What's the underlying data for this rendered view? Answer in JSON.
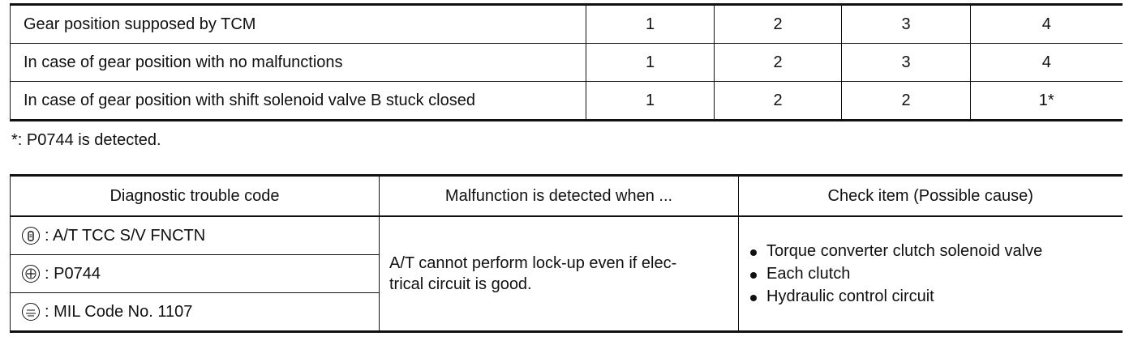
{
  "gear_table": {
    "rows": [
      {
        "label": "Gear position supposed by TCM",
        "values": [
          "1",
          "2",
          "3",
          "4"
        ]
      },
      {
        "label": "In case of gear position with no malfunctions",
        "values": [
          "1",
          "2",
          "3",
          "4"
        ]
      },
      {
        "label": "In case of gear position with shift solenoid valve B stuck closed",
        "values": [
          "1",
          "2",
          "2",
          "1*"
        ]
      }
    ]
  },
  "footnote": "*: P0744 is detected.",
  "dtc_table": {
    "headers": [
      "Diagnostic trouble code",
      "Malfunction is detected when ...",
      "Check item (Possible cause)"
    ],
    "codes": [
      {
        "icon": "consult-icon",
        "text": ": A/T TCC S/V FNCTN"
      },
      {
        "icon": "gst-icon",
        "text": ": P0744"
      },
      {
        "icon": "no-tools-icon",
        "text": ": MIL Code No. 1107"
      }
    ],
    "malfunction_line1": "A/T cannot perform lock-up even if elec-",
    "malfunction_line2": "trical circuit is good.",
    "check_items": [
      "Torque converter clutch solenoid valve",
      "Each clutch",
      "Hydraulic control circuit"
    ]
  }
}
